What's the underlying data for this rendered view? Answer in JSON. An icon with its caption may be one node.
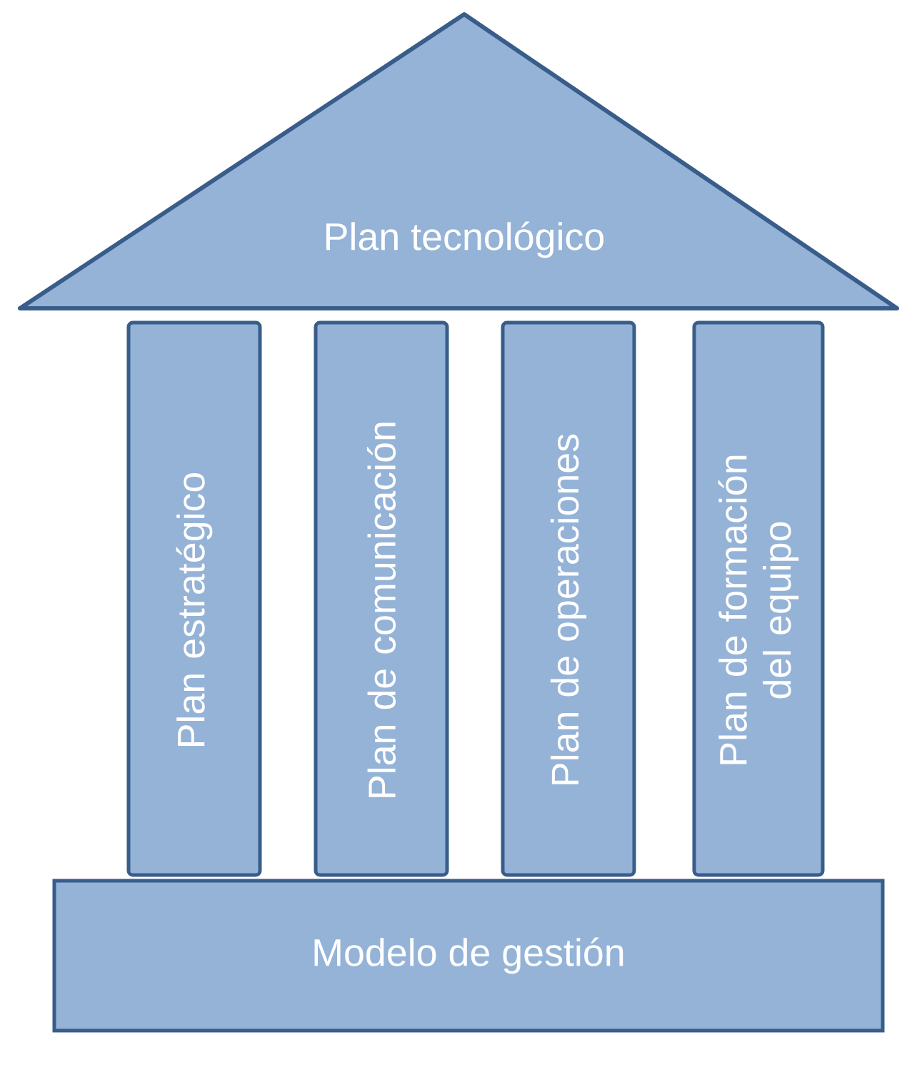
{
  "diagram": {
    "nodes": [
      {
        "text": [
          "Plan tecnológico"
        ]
      },
      {
        "text": [
          "Plan estratégico"
        ]
      },
      {
        "text": [
          "Plan de comunicación"
        ]
      },
      {
        "text": [
          "Plan de operaciones"
        ]
      },
      {
        "text": [
          "Plan de formación del equipo"
        ]
      },
      {
        "text": [
          "Modelo de gestión"
        ]
      }
    ]
  }
}
